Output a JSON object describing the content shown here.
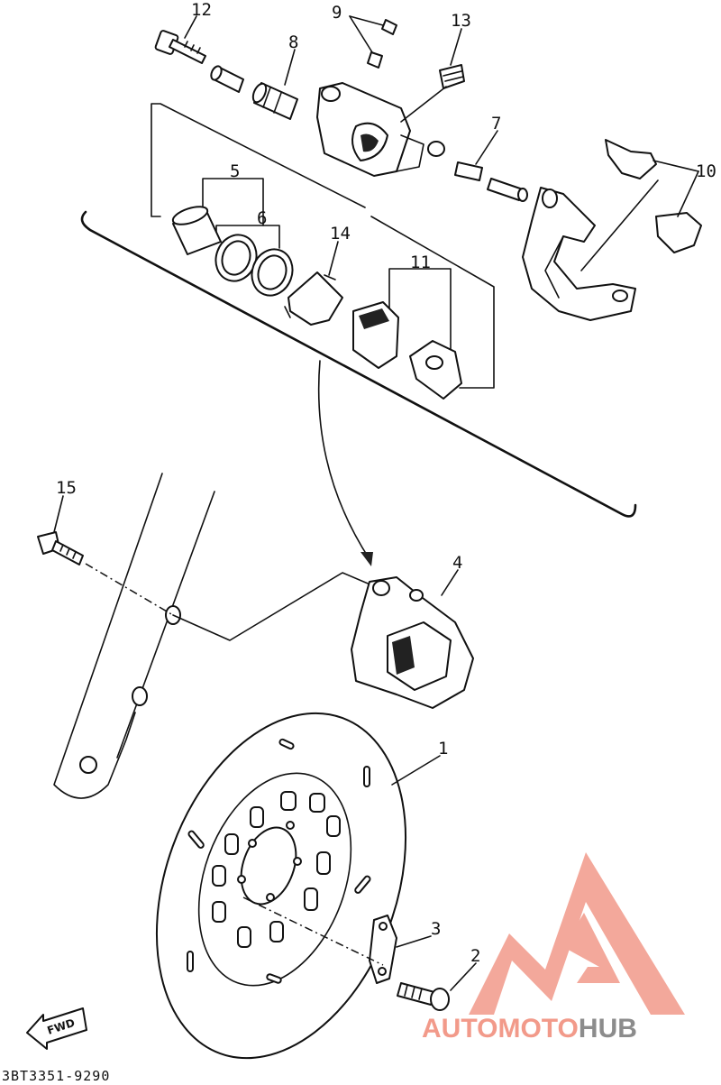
{
  "diagram": {
    "part_code": "3BT3351-9290",
    "fwd_label": "FWD",
    "callouts": {
      "c1": "1",
      "c2": "2",
      "c3": "3",
      "c4": "4",
      "c5": "5",
      "c6": "6",
      "c7": "7",
      "c8": "8",
      "c9": "9",
      "c10": "10",
      "c11": "11",
      "c12": "12",
      "c13": "13",
      "c14": "14",
      "c15": "15"
    }
  },
  "watermark": {
    "brand_part1": "AUTOMOTO",
    "brand_part2": "HUB",
    "color_primary": "#f29a8a",
    "color_secondary": "#8c8c8c"
  }
}
